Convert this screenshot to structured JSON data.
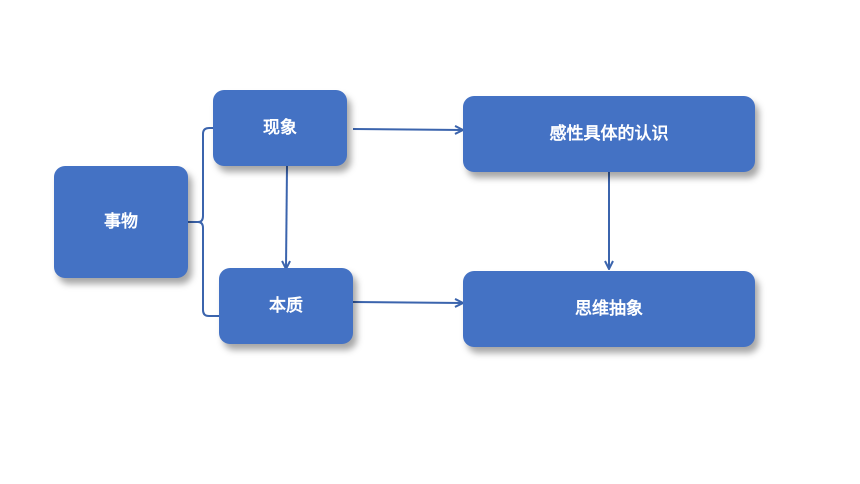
{
  "nodes": {
    "shiwu": "事物",
    "xianxiang": "现象",
    "benzhi": "本质",
    "ganxing": "感性具体的认识",
    "siwei": "思维抽象"
  },
  "colors": {
    "node_fill": "#4472c4",
    "edge": "#3b64ad",
    "text": "#ffffff"
  }
}
